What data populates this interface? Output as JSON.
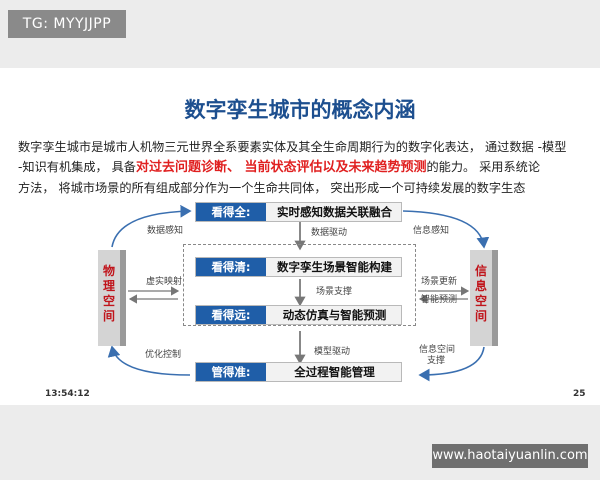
{
  "watermark": "TG: MYYJJPP",
  "site_banner": "www.haotaiyuanlin.com",
  "title": "数字孪生城市的概念内涵",
  "paragraph": {
    "line1": "数字孪生城市是城市人机物三元世界全系要素实体及其全生命周期行为的数字化表达，   通过数据 -模型",
    "line2_pre": "-知识有机集成，   具备",
    "line2_hl": "对过去问题诊断、  当前状态评估以及未来趋势预测",
    "line2_post": "的能力。   采用系统论",
    "line3": "方法，   将城市场景的所有组成部分作为一个生命共同体，   突出形成一个可持续发展的数字生态"
  },
  "diagram": {
    "box_top": {
      "label": "看得全:",
      "content": "实时感知数据关联融合"
    },
    "box_mid1": {
      "label": "看得清:",
      "content": "数字孪生场景智能构建"
    },
    "box_mid2": {
      "label": "看得远:",
      "content": "动态仿真与智能预测"
    },
    "box_bottom": {
      "label": "管得准:",
      "content": "全过程智能管理"
    },
    "left_col": [
      "物",
      "理",
      "空",
      "间"
    ],
    "right_col": [
      "信",
      "息",
      "空",
      "间"
    ],
    "annotations": {
      "data_sense": "数据感知",
      "data_drive": "数据驱动",
      "info_sense": "信息感知",
      "virtual_map": "虚实映射",
      "scene_support": "场景支撑",
      "scene_update": "场景更新",
      "smart_predict": "智能预测",
      "optimize_control": "优化控制",
      "model_drive": "模型驱动",
      "info_space": "信息空间",
      "support": "支撑"
    }
  },
  "footer": {
    "time": "13:54:12",
    "page": "25"
  },
  "colors": {
    "title_blue": "#1d4f8f",
    "label_blue": "#1f5ea8",
    "highlight_red": "#e02020",
    "side_red": "#c0141b"
  }
}
